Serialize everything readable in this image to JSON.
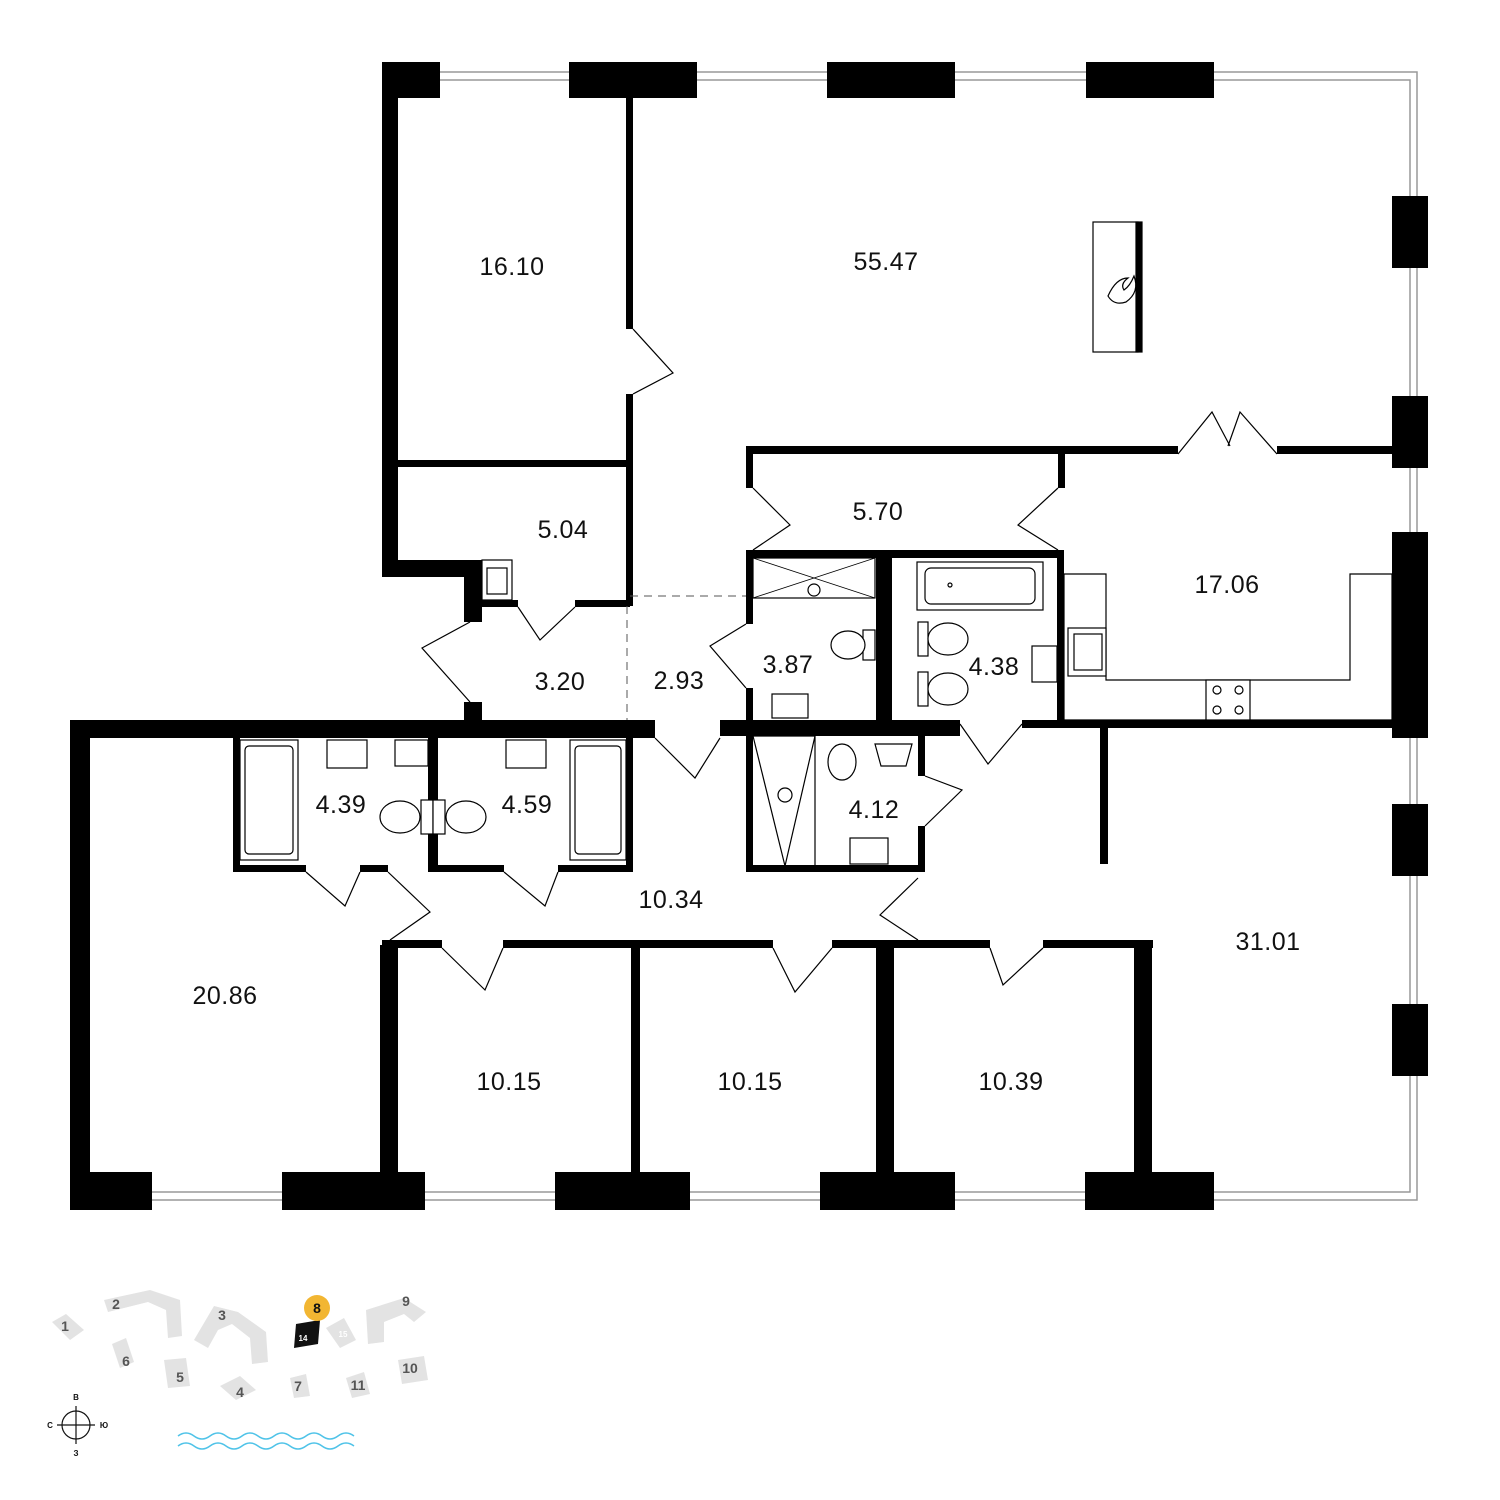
{
  "floorplan": {
    "rooms": [
      {
        "id": "bedroom-northwest",
        "area": "16.10"
      },
      {
        "id": "living-room",
        "area": "55.47"
      },
      {
        "id": "closet",
        "area": "5.04"
      },
      {
        "id": "corridor-north",
        "area": "5.70"
      },
      {
        "id": "kitchen",
        "area": "17.06"
      },
      {
        "id": "bathroom-a",
        "area": "3.87"
      },
      {
        "id": "bathroom-b",
        "area": "4.38"
      },
      {
        "id": "entry-hall",
        "area": "3.20"
      },
      {
        "id": "hall",
        "area": "2.93"
      },
      {
        "id": "bathroom-c",
        "area": "4.39"
      },
      {
        "id": "bathroom-d",
        "area": "4.59"
      },
      {
        "id": "bathroom-e",
        "area": "4.12"
      },
      {
        "id": "corridor-south",
        "area": "10.34"
      },
      {
        "id": "bedroom-west",
        "area": "20.86"
      },
      {
        "id": "bedroom-south-1",
        "area": "10.15"
      },
      {
        "id": "bedroom-south-2",
        "area": "10.15"
      },
      {
        "id": "bedroom-south-3",
        "area": "10.39"
      },
      {
        "id": "master-bedroom",
        "area": "31.01"
      }
    ]
  },
  "site_plan": {
    "current_building": "8",
    "current_section": "14",
    "highlight_color": "#f2b632",
    "buildings": [
      "1",
      "2",
      "3",
      "4",
      "5",
      "6",
      "7",
      "9",
      "10",
      "11",
      "15"
    ]
  },
  "compass": {
    "north": "С",
    "east": "В",
    "south": "Ю",
    "west": "З"
  },
  "colors": {
    "wall": "#000000",
    "window": "#999999",
    "site_building": "#e3e3e3",
    "water": "#4fc3e8"
  }
}
